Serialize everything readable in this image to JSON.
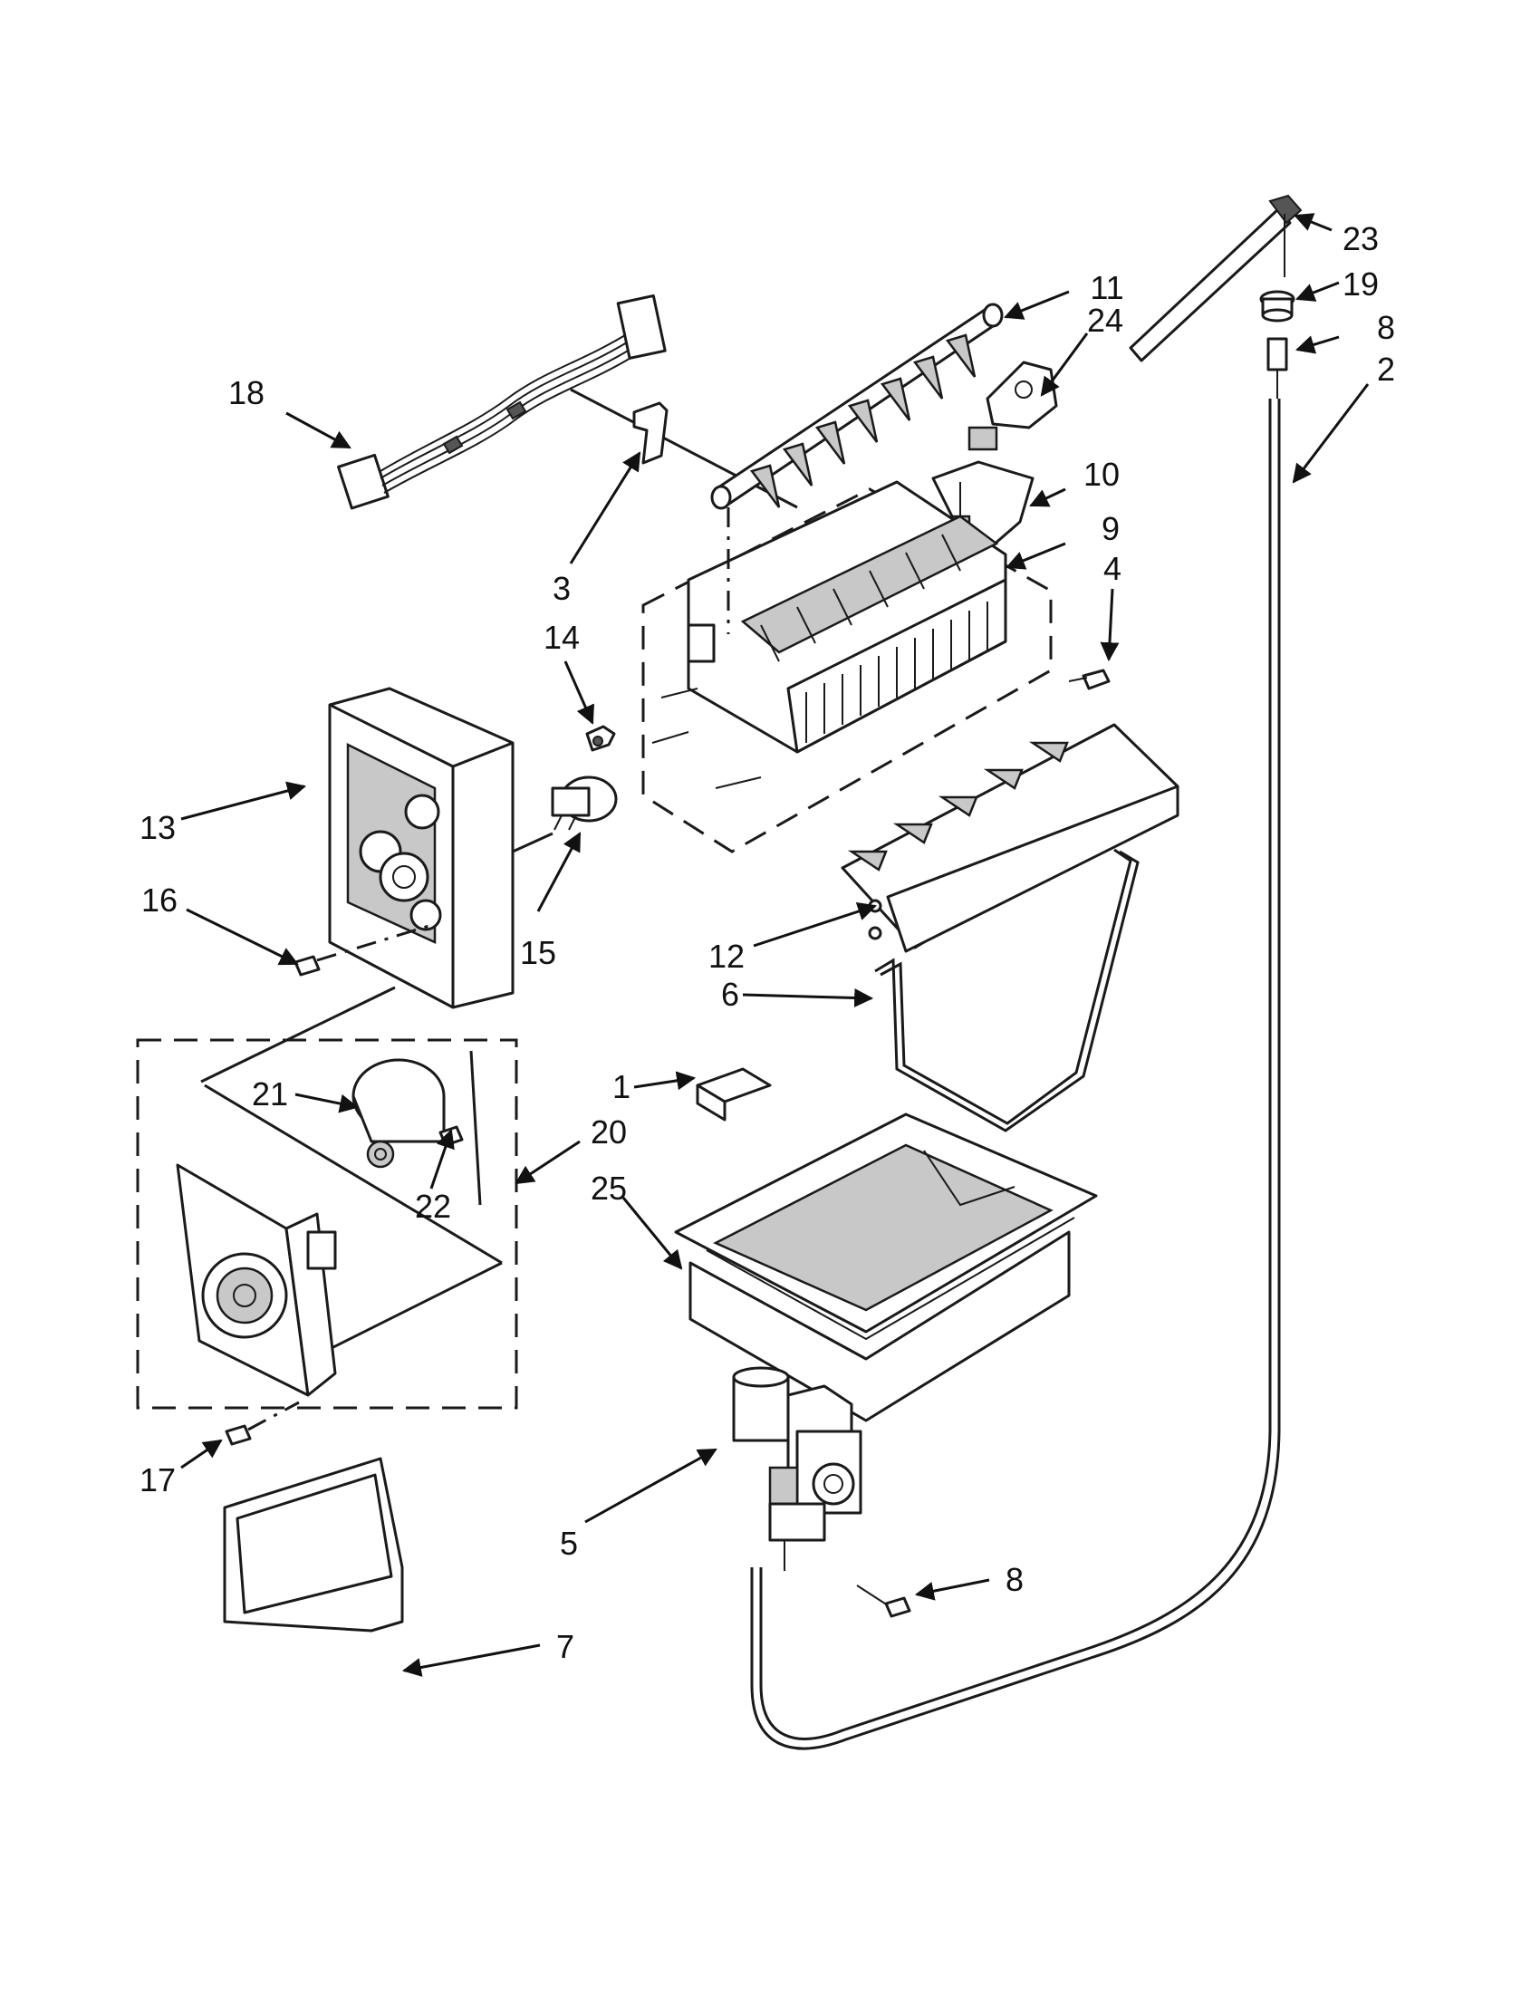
{
  "callouts": {
    "c1": "1",
    "c2": "2",
    "c3": "3",
    "c4": "4",
    "c5": "5",
    "c6": "6",
    "c7": "7",
    "c8a": "8",
    "c8b": "8",
    "c9": "9",
    "c10": "10",
    "c11": "11",
    "c12": "12",
    "c13": "13",
    "c14": "14",
    "c15": "15",
    "c16": "16",
    "c17": "17",
    "c18": "18",
    "c19": "19",
    "c20": "20",
    "c21": "21",
    "c22": "22",
    "c23": "23",
    "c24": "24",
    "c25": "25"
  },
  "colors": {
    "ink": "#1a1a1a",
    "shade": "#c8c8c8",
    "paper": "#ffffff"
  }
}
